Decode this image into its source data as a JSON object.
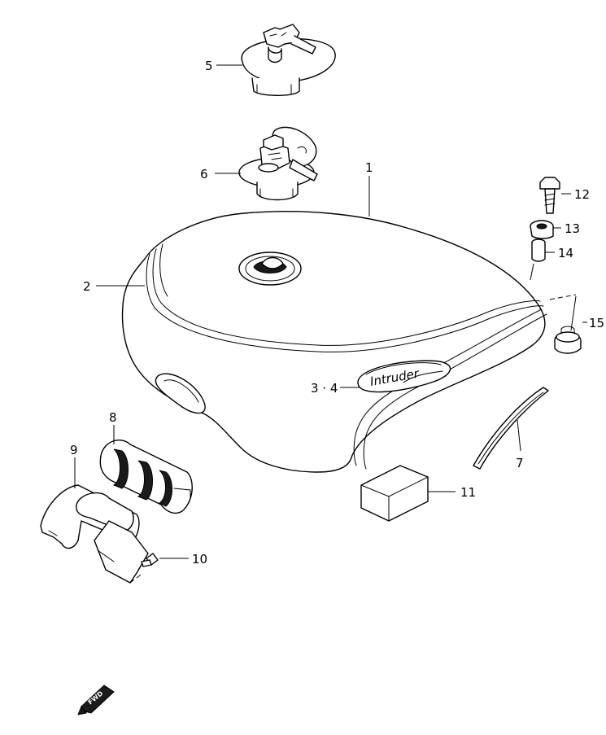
{
  "callouts": {
    "c1": "1",
    "c2": "2",
    "c3_4": "3 · 4",
    "c5": "5",
    "c6": "6",
    "c7": "7",
    "c8": "8",
    "c9": "9",
    "c10": "10",
    "c11": "11",
    "c12": "12",
    "c13": "13",
    "c14": "14",
    "c15": "15"
  },
  "emblem": {
    "text": "Intruder"
  },
  "direction_marker": {
    "text": "FWD"
  }
}
